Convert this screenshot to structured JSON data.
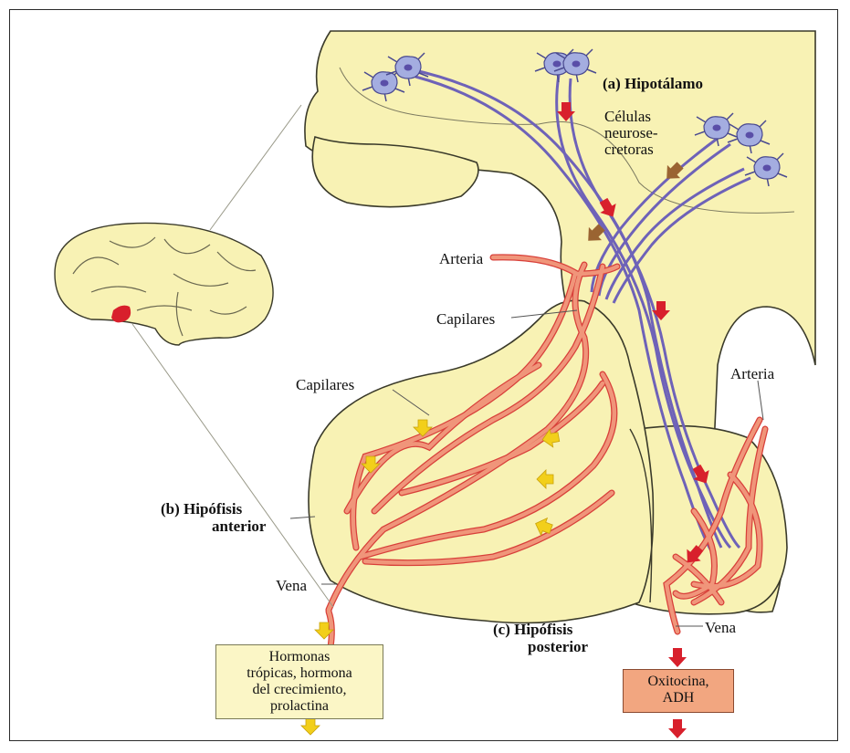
{
  "labels": {
    "hypothalamus": "(a) Hipotálamo",
    "neurosecretory_line1": "Células",
    "neurosecretory_line2": "neurose-",
    "neurosecretory_line3": "cretoras",
    "artery_top": "Arteria",
    "capillaries_top": "Capilares",
    "capillaries_left": "Capilares",
    "artery_right": "Arteria",
    "anterior_line1": "(b) Hipófisis",
    "anterior_line2": "anterior",
    "vein_left": "Vena",
    "posterior_line1": "(c) Hipófisis",
    "posterior_line2": "posterior",
    "vein_right": "Vena"
  },
  "boxes": {
    "anterior_hormones": {
      "line1": "Hormonas",
      "line2": "trópicas, hormona",
      "line3": "del crecimiento,",
      "line4": "prolactina"
    },
    "posterior_hormones": {
      "line1": "Oxitocina,",
      "line2": "ADH"
    }
  },
  "colors": {
    "tissue": "#f8f2b4",
    "tissue_outline": "#3a3a2a",
    "vessel": "#f0957a",
    "vessel_edge": "#d8403a",
    "axon": "#6e62b8",
    "neuron": "#a4ade0",
    "arrow_red": "#d8202c",
    "arrow_brown": "#9a6432",
    "arrow_yellow": "#f2cf1a",
    "box_yellow": "#fbf6c6",
    "box_salmon": "#f2a680"
  }
}
